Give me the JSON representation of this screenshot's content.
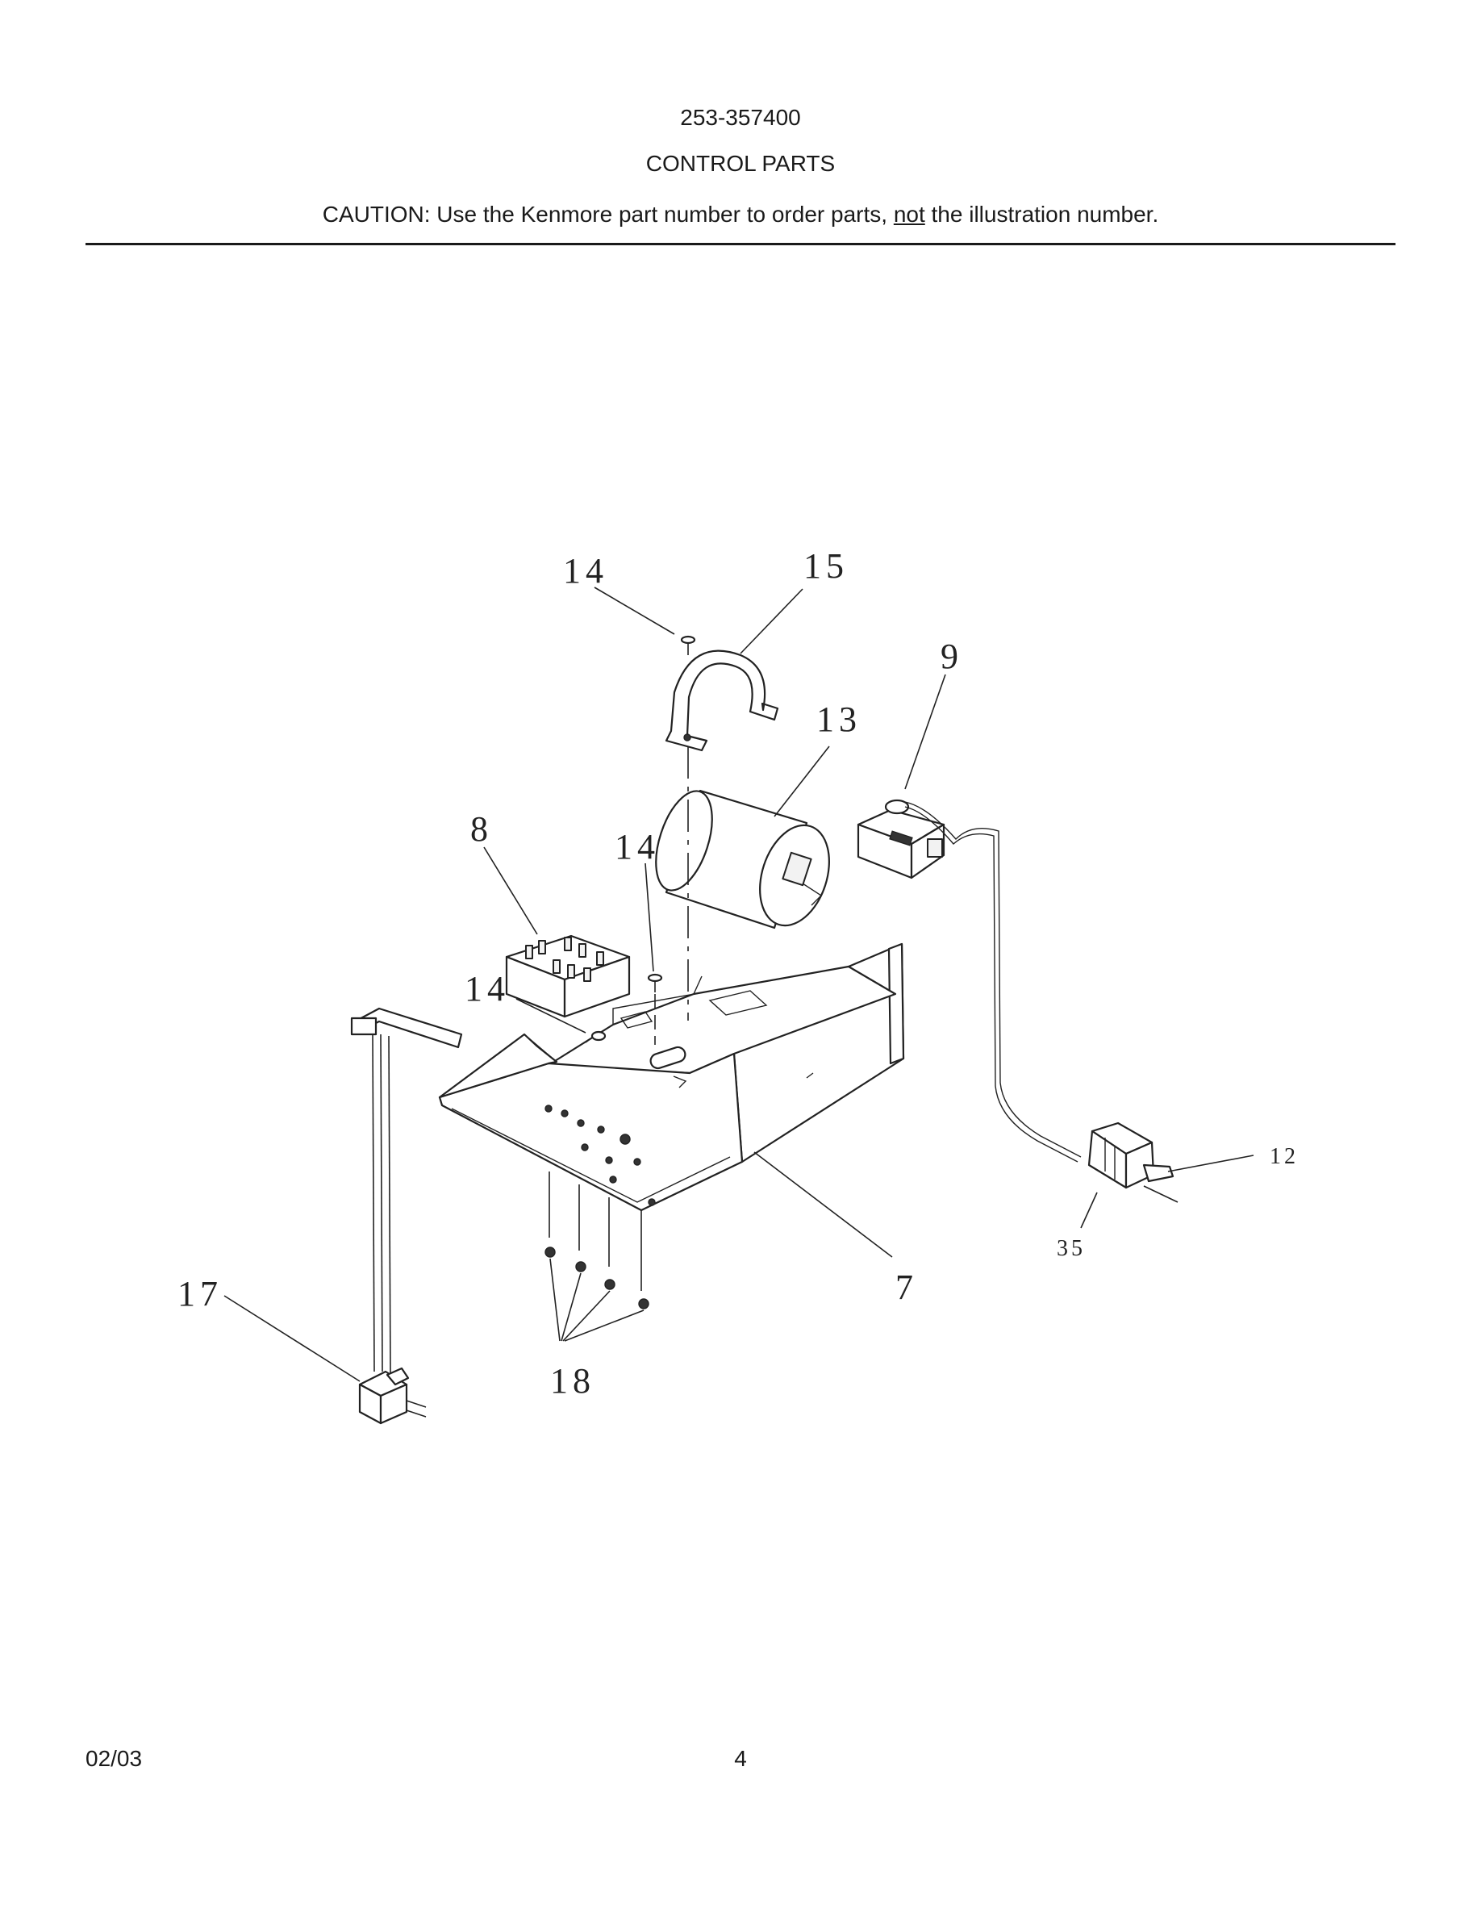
{
  "header": {
    "model_number": "253-357400",
    "section_title": "CONTROL PARTS",
    "caution_prefix": "CAUTION: Use the Kenmore part number to order parts, ",
    "caution_emphasis": "not",
    "caution_suffix": " the illustration number."
  },
  "diagram": {
    "callouts": [
      "14",
      "15",
      "9",
      "13",
      "8",
      "14",
      "14",
      "17",
      "18",
      "7",
      "12",
      "35"
    ]
  },
  "footer": {
    "date": "02/03",
    "page_number": "4"
  }
}
